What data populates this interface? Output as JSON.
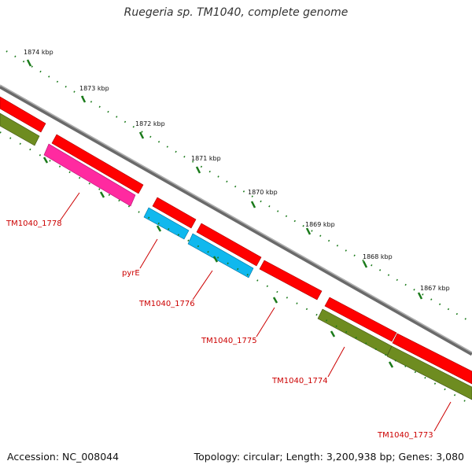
{
  "title": "Ruegeria sp. TM1040, complete genome",
  "footer": {
    "accession": "Accession: NC_008044",
    "summary": "Topology: circular; Length: 3,200,938 bp; Genes: 3,080"
  },
  "scale": {
    "labels": [
      "1874 kbp",
      "1873 kbp",
      "1872 kbp",
      "1871 kbp",
      "1870 kbp",
      "1869 kbp",
      "1868 kbp",
      "1867 kbp"
    ]
  },
  "gene_labels": [
    "TM1040_1778",
    "pyrE",
    "TM1040_1776",
    "TM1040_1775",
    "TM1040_1774",
    "TM1040_1773"
  ],
  "colors": {
    "backbone": "#8c8c8c",
    "forward": "#ff0000",
    "reverse_pink": "#ff2aa0",
    "reverse_blue": "#10b8ee",
    "reverse_olive": "#6e8c20",
    "ticks": "#1a7a1a",
    "label": "#cc0000"
  }
}
